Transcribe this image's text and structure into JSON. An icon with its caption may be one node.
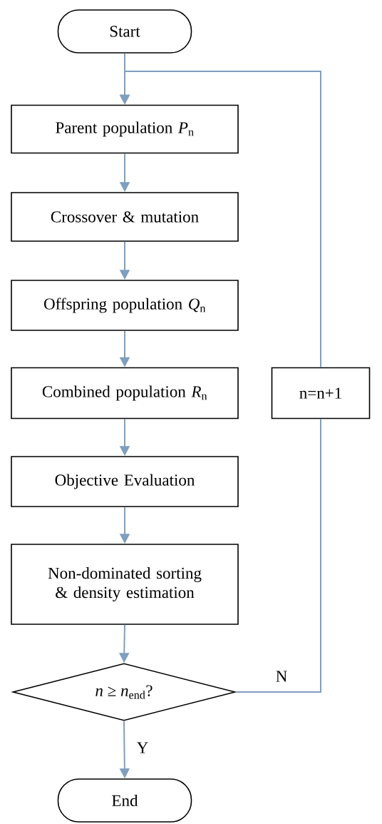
{
  "diagram": {
    "nodes": [
      {
        "text": [
          "Start"
        ]
      },
      {
        "text": [
          "Parent population *P*$_{n}$"
        ]
      },
      {
        "text": [
          "Crossover & mutation"
        ]
      },
      {
        "text": [
          "Offspring population *Q*$_{n}$"
        ]
      },
      {
        "text": [
          "Combined population *R*$_{n}$"
        ]
      },
      {
        "text": [
          "Objective Evaluation"
        ]
      },
      {
        "text": [
          "Non-dominated sorting & density estimation"
        ]
      },
      {
        "text": [
          "*n* ≥ *n*$_{end}$?"
        ]
      },
      {
        "text": [
          "End"
        ]
      },
      {
        "text": [
          "n=n+1"
        ]
      }
    ],
    "edges": [
      {
        "from": 0,
        "to": 1,
        "arrow": "to"
      },
      {
        "from": 1,
        "to": 2,
        "arrow": "to"
      },
      {
        "from": 2,
        "to": 3,
        "arrow": "to"
      },
      {
        "from": 3,
        "to": 4,
        "arrow": "to"
      },
      {
        "from": 4,
        "to": 5,
        "arrow": "to"
      },
      {
        "from": 5,
        "to": 6,
        "arrow": "to"
      },
      {
        "from": 6,
        "to": 7,
        "arrow": "to"
      },
      {
        "from": 7,
        "to": 8,
        "label": "Y",
        "arrow": "to"
      },
      {
        "from": 7,
        "to": 9,
        "label": "N",
        "arrow": "none"
      },
      {
        "from": 9,
        "to": 1,
        "arrow": "to"
      }
    ]
  }
}
